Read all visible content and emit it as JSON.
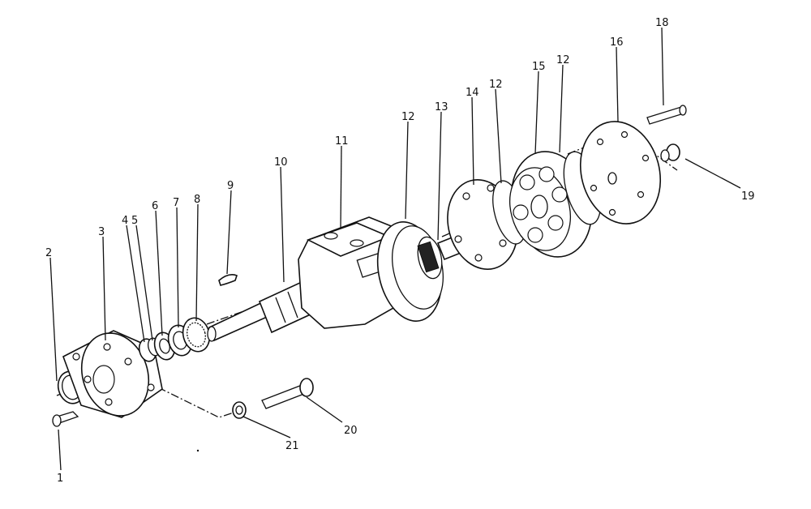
{
  "diagram": {
    "type": "exploded-parts-view",
    "callouts": [
      {
        "id": "1",
        "label": "1"
      },
      {
        "id": "2",
        "label": "2"
      },
      {
        "id": "3",
        "label": "3"
      },
      {
        "id": "4",
        "label": "4"
      },
      {
        "id": "5",
        "label": "5"
      },
      {
        "id": "6",
        "label": "6"
      },
      {
        "id": "7",
        "label": "7"
      },
      {
        "id": "8",
        "label": "8"
      },
      {
        "id": "9",
        "label": "9"
      },
      {
        "id": "10",
        "label": "10"
      },
      {
        "id": "11",
        "label": "11"
      },
      {
        "id": "12a",
        "label": "12"
      },
      {
        "id": "13",
        "label": "13"
      },
      {
        "id": "14",
        "label": "14"
      },
      {
        "id": "12b",
        "label": "12"
      },
      {
        "id": "15",
        "label": "15"
      },
      {
        "id": "12c",
        "label": "12"
      },
      {
        "id": "16",
        "label": "16"
      },
      {
        "id": "18",
        "label": "18"
      },
      {
        "id": "19",
        "label": "19"
      },
      {
        "id": "20",
        "label": "20"
      },
      {
        "id": "21",
        "label": "21"
      }
    ]
  }
}
